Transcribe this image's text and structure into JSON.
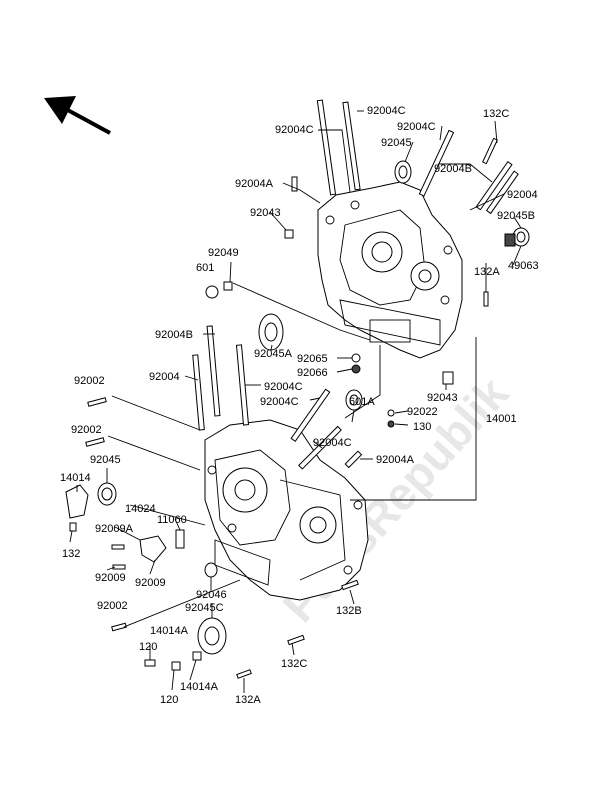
{
  "diagram": {
    "watermark": "PartsRepublik",
    "labels": {
      "l_92004C_top": "92004C",
      "l_132C_top": "132C",
      "l_92004C_2": "92004C",
      "l_92004C_3": "92004C",
      "l_92045_top": "92045",
      "l_92004B_r": "92004B",
      "l_92004A_top": "92004A",
      "l_92004_r": "92004",
      "l_92043_top": "92043",
      "l_92045B": "92045B",
      "l_92049": "92049",
      "l_601": "601",
      "l_132A_r": "132A",
      "l_49063": "49063",
      "l_92004B_l": "92004B",
      "l_92045A": "92045A",
      "l_92065": "92065",
      "l_92066": "92066",
      "l_92004_l": "92004",
      "l_92004C_4": "92004C",
      "l_92002_1": "92002",
      "l_92004C_5": "92004C",
      "l_601A": "601A",
      "l_92043_r": "92043",
      "l_92022": "92022",
      "l_130": "130",
      "l_14001": "14001",
      "l_92002_2": "92002",
      "l_92004C_6": "92004C",
      "l_92004A_mid": "92004A",
      "l_92045_l": "92045",
      "l_14014": "14014",
      "l_14024": "14024",
      "l_11060": "11060",
      "l_92009A": "92009A",
      "l_132_l": "132",
      "l_92009_1": "92009",
      "l_92009_2": "92009",
      "l_92046": "92046",
      "l_92002_3": "92002",
      "l_92045C": "92045C",
      "l_132B": "132B",
      "l_14014A_1": "14014A",
      "l_120_1": "120",
      "l_132C_bot": "132C",
      "l_14014A_2": "14014A",
      "l_120_2": "120",
      "l_132A_bot": "132A"
    }
  }
}
